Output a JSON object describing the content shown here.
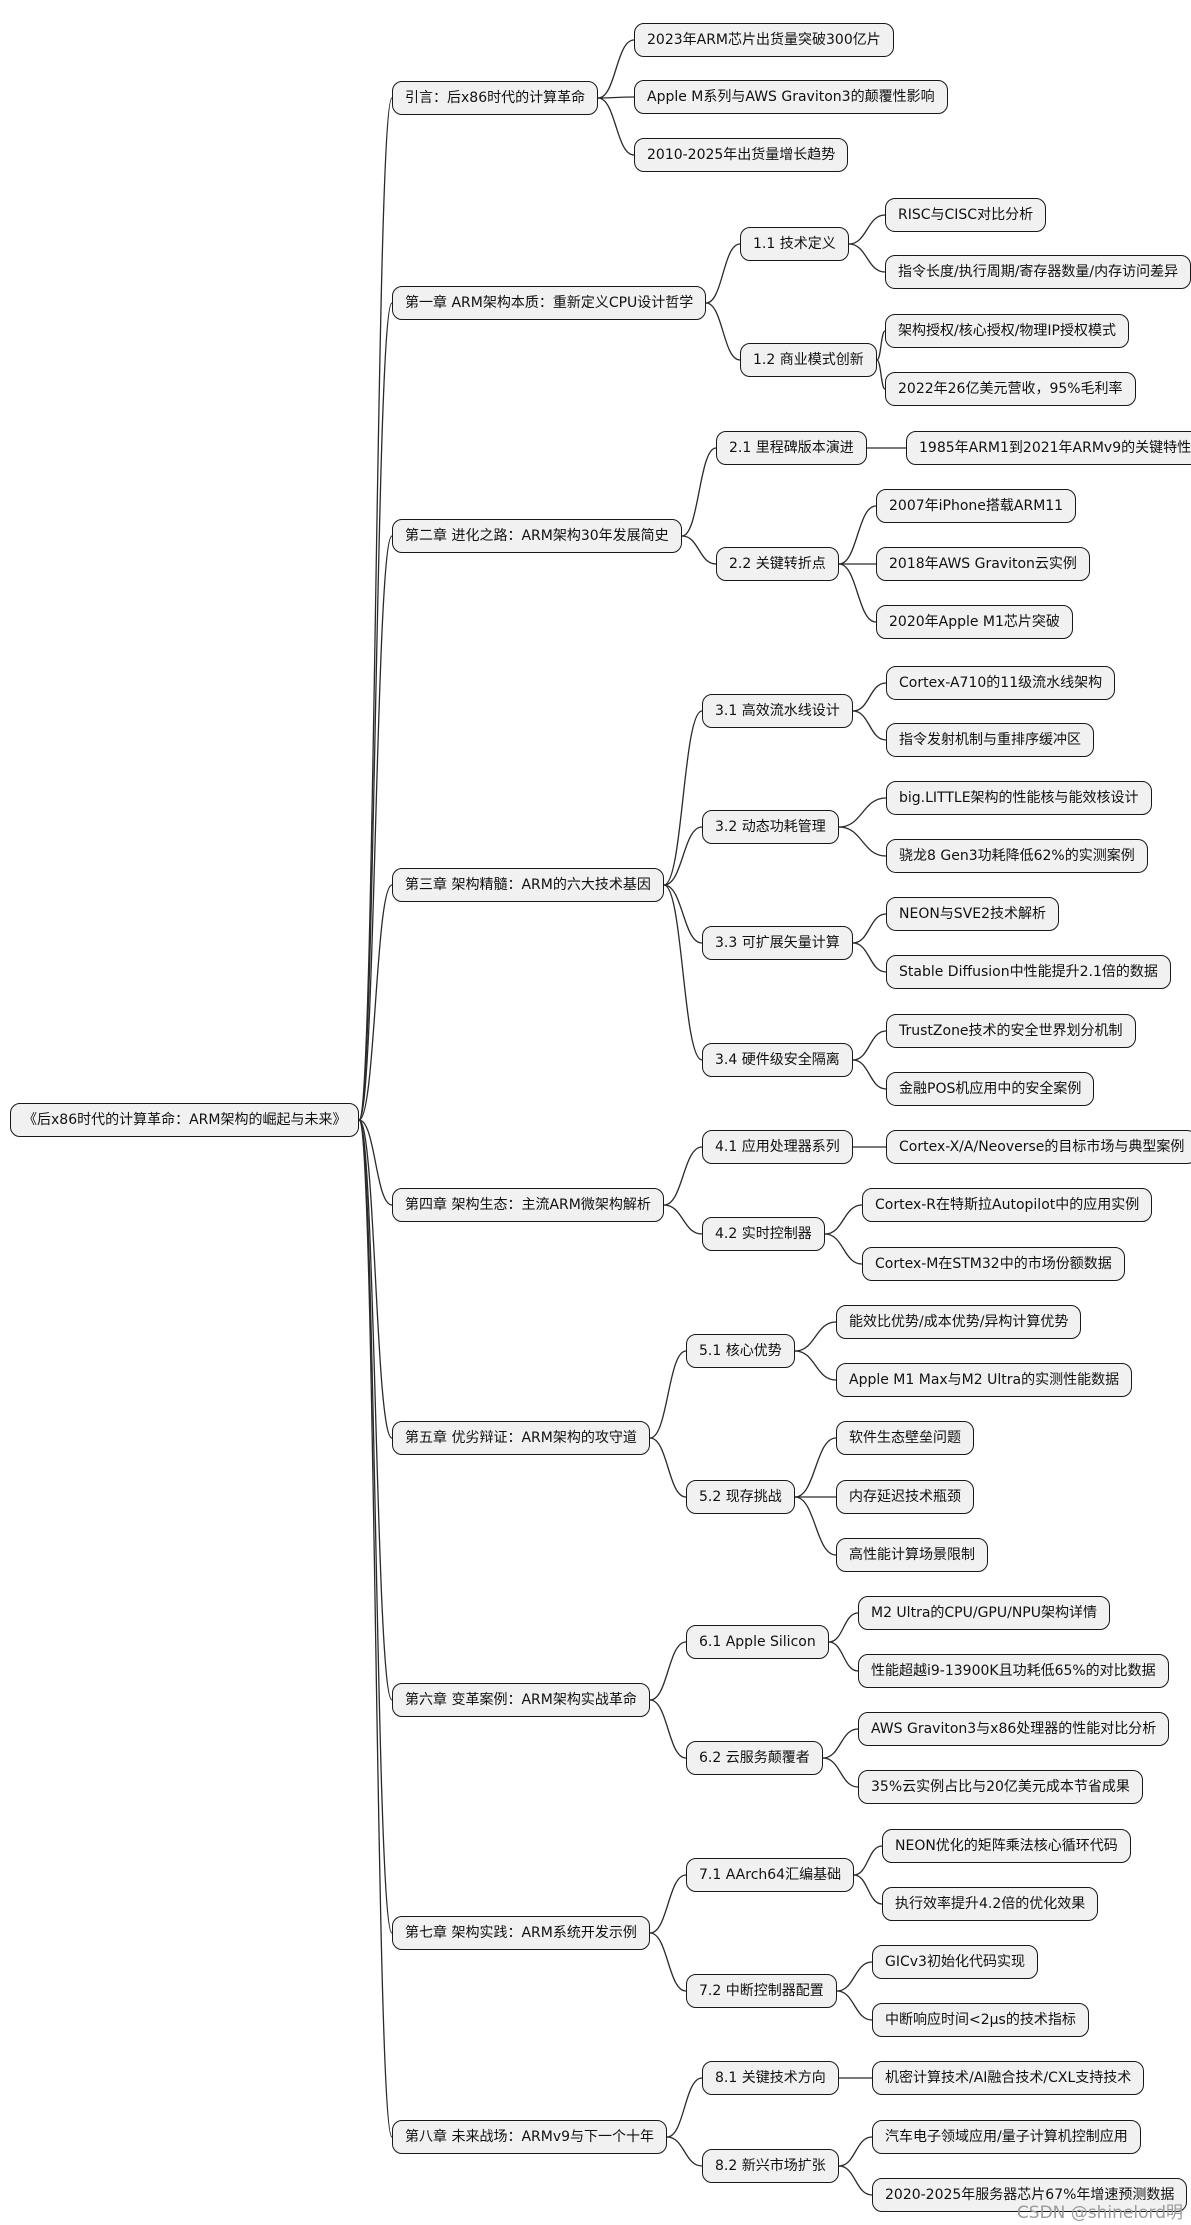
{
  "root": "《后x86时代的计算革命：ARM架构的崛起与未来》",
  "branches": [
    {
      "label": "引言：后x86时代的计算革命",
      "children": [
        {
          "label": "2023年ARM芯片出货量突破300亿片"
        },
        {
          "label": "Apple M系列与AWS Graviton3的颠覆性影响"
        },
        {
          "label": "2010-2025年出货量增长趋势"
        }
      ]
    },
    {
      "label": "第一章 ARM架构本质：重新定义CPU设计哲学",
      "children": [
        {
          "label": "1.1 技术定义",
          "children": [
            {
              "label": "RISC与CISC对比分析"
            },
            {
              "label": "指令长度/执行周期/寄存器数量/内存访问差异"
            }
          ]
        },
        {
          "label": "1.2 商业模式创新",
          "children": [
            {
              "label": "架构授权/核心授权/物理IP授权模式"
            },
            {
              "label": "2022年26亿美元营收，95%毛利率"
            }
          ]
        }
      ]
    },
    {
      "label": "第二章 进化之路：ARM架构30年发展简史",
      "children": [
        {
          "label": "2.1 里程碑版本演进",
          "children": [
            {
              "label": "1985年ARM1到2021年ARMv9的关键特性"
            }
          ]
        },
        {
          "label": "2.2 关键转折点",
          "children": [
            {
              "label": "2007年iPhone搭载ARM11"
            },
            {
              "label": "2018年AWS Graviton云实例"
            },
            {
              "label": "2020年Apple M1芯片突破"
            }
          ]
        }
      ]
    },
    {
      "label": "第三章 架构精髓：ARM的六大技术基因",
      "children": [
        {
          "label": "3.1 高效流水线设计",
          "children": [
            {
              "label": "Cortex-A710的11级流水线架构"
            },
            {
              "label": "指令发射机制与重排序缓冲区"
            }
          ]
        },
        {
          "label": "3.2 动态功耗管理",
          "children": [
            {
              "label": "big.LITTLE架构的性能核与能效核设计"
            },
            {
              "label": "骁龙8 Gen3功耗降低62%的实测案例"
            }
          ]
        },
        {
          "label": "3.3 可扩展矢量计算",
          "children": [
            {
              "label": "NEON与SVE2技术解析"
            },
            {
              "label": "Stable Diffusion中性能提升2.1倍的数据"
            }
          ]
        },
        {
          "label": "3.4 硬件级安全隔离",
          "children": [
            {
              "label": "TrustZone技术的安全世界划分机制"
            },
            {
              "label": "金融POS机应用中的安全案例"
            }
          ]
        }
      ]
    },
    {
      "label": "第四章 架构生态：主流ARM微架构解析",
      "children": [
        {
          "label": "4.1 应用处理器系列",
          "children": [
            {
              "label": "Cortex-X/A/Neoverse的目标市场与典型案例"
            }
          ]
        },
        {
          "label": "4.2 实时控制器",
          "children": [
            {
              "label": "Cortex-R在特斯拉Autopilot中的应用实例"
            },
            {
              "label": "Cortex-M在STM32中的市场份额数据"
            }
          ]
        }
      ]
    },
    {
      "label": "第五章 优劣辩证：ARM架构的攻守道",
      "children": [
        {
          "label": "5.1 核心优势",
          "children": [
            {
              "label": "能效比优势/成本优势/异构计算优势"
            },
            {
              "label": "Apple M1 Max与M2 Ultra的实测性能数据"
            }
          ]
        },
        {
          "label": "5.2 现存挑战",
          "children": [
            {
              "label": "软件生态壁垒问题"
            },
            {
              "label": "内存延迟技术瓶颈"
            },
            {
              "label": "高性能计算场景限制"
            }
          ]
        }
      ]
    },
    {
      "label": "第六章 变革案例：ARM架构实战革命",
      "children": [
        {
          "label": "6.1 Apple Silicon",
          "children": [
            {
              "label": "M2 Ultra的CPU/GPU/NPU架构详情"
            },
            {
              "label": "性能超越i9-13900K且功耗低65%的对比数据"
            }
          ]
        },
        {
          "label": "6.2 云服务颠覆者",
          "children": [
            {
              "label": "AWS Graviton3与x86处理器的性能对比分析"
            },
            {
              "label": "35%云实例占比与20亿美元成本节省成果"
            }
          ]
        }
      ]
    },
    {
      "label": "第七章 架构实践：ARM系统开发示例",
      "children": [
        {
          "label": "7.1 AArch64汇编基础",
          "children": [
            {
              "label": "NEON优化的矩阵乘法核心循环代码"
            },
            {
              "label": "执行效率提升4.2倍的优化效果"
            }
          ]
        },
        {
          "label": "7.2 中断控制器配置",
          "children": [
            {
              "label": "GICv3初始化代码实现"
            },
            {
              "label": "中断响应时间<2μs的技术指标"
            }
          ]
        }
      ]
    },
    {
      "label": "第八章 未来战场：ARMv9与下一个十年",
      "children": [
        {
          "label": "8.1 关键技术方向",
          "children": [
            {
              "label": "机密计算技术/AI融合技术/CXL支持技术"
            }
          ]
        },
        {
          "label": "8.2 新兴市场扩张",
          "children": [
            {
              "label": "汽车电子领域应用/量子计算机控制应用"
            },
            {
              "label": "2020-2025年服务器芯片67%年增速预测数据"
            }
          ]
        }
      ]
    }
  ],
  "watermark": "CSDN @shinelord明"
}
